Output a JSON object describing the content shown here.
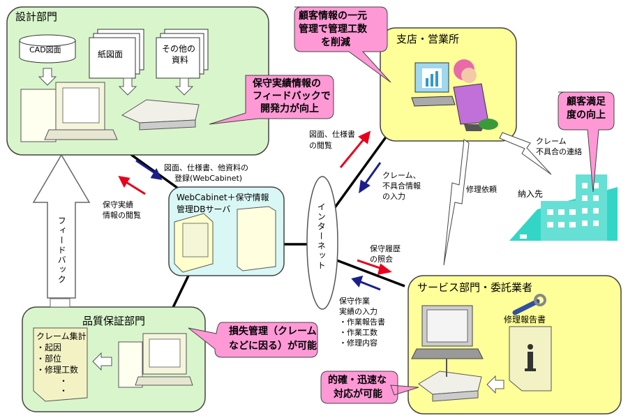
{
  "colors": {
    "dept_green": "#d9f5cc",
    "branch_yellow": "#ffff99",
    "server_cyan": "#d9f7f4",
    "callout_pink": "#ff99d6",
    "arrow_red": "#e8001c",
    "arrow_navy": "#1a1f8c",
    "building_teal": "#33d6c6"
  },
  "design_dept": {
    "title": "設計部門",
    "cad": "CAD図面",
    "paper": "紙図面",
    "other_line1": "その他の",
    "other_line2": "資料"
  },
  "callouts": {
    "feedback_line1": "保守実績情報の",
    "feedback_line2": "フィードバックで",
    "feedback_line3": "開発力が向上",
    "unified_line1": "顧客情報の一元",
    "unified_line2": "管理で管理工数",
    "unified_line3": "を削減",
    "satisfaction_line1": "顧客満足",
    "satisfaction_line2": "度の向上",
    "loss_line1": "損失管理（クレーム",
    "loss_line2": "などに因る）が可能",
    "response_line1": "的確・迅速な",
    "response_line2": "対応が可能"
  },
  "branch": {
    "title": "支店・営業所"
  },
  "customer": {
    "label": "納入先"
  },
  "server": {
    "line1": "WebCabinet＋保守情報",
    "line2": "管理DBサーバ"
  },
  "internet": {
    "label": "インターネット"
  },
  "feedback_arrow": {
    "label": "フィードバック"
  },
  "qa": {
    "title": "品質保証部門",
    "sheet_title": "クレーム集計",
    "item1": "・起因",
    "item2": "・部位",
    "item3": "・修理工数",
    "dot1": "・",
    "dot2": "・"
  },
  "service": {
    "title": "サービス部門・委託業者",
    "report": "修理報告書"
  },
  "flow_labels": {
    "register_line1": "図面、仕様書、他資料の",
    "register_line2": "登録(WebCabinet)",
    "maint_view_line1": "保守実績",
    "maint_view_line2": "情報の閲覧",
    "drawing_view_line1": "図面、仕様書",
    "drawing_view_line2": "の閲覧",
    "claim_input_line1": "クレーム、",
    "claim_input_line2": "不具合情報",
    "claim_input_line3": "の入力",
    "repair_request": "修理依頼",
    "claim_contact_line1": "クレーム",
    "claim_contact_line2": "不具合の連絡",
    "history_line1": "保守履歴",
    "history_line2": "の照会",
    "work_line1": "保守作業",
    "work_line2": "実績の入力",
    "work_line3": "・作業報告書",
    "work_line4": "・作業工数",
    "work_line5": "・修理内容"
  }
}
